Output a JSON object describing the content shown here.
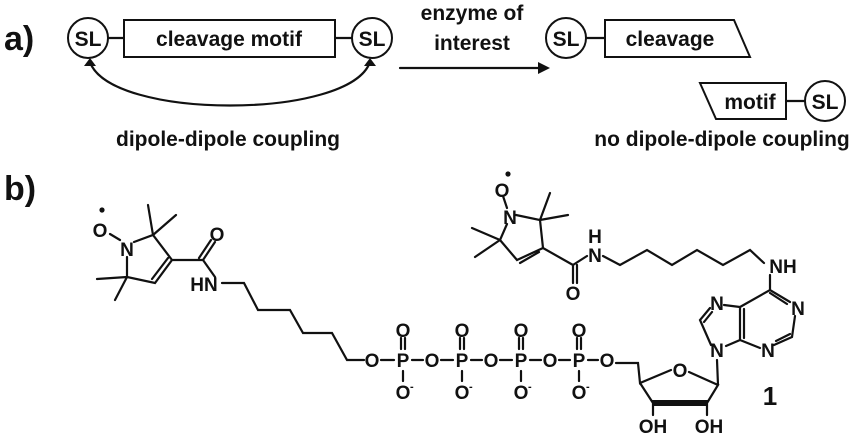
{
  "panel_a": {
    "label": "a)",
    "spin_label": "SL",
    "construct_text": "cleavage motif",
    "arrow_text_line1": "enzyme of",
    "arrow_text_line2": "interest",
    "fragment1": "cleavage",
    "fragment2": "motif",
    "left_caption": "dipole-dipole coupling",
    "right_caption": "no dipole-dipole coupling"
  },
  "panel_b": {
    "label": "b)",
    "compound_number": "1",
    "atoms": {
      "O": "O",
      "N": "N",
      "HN": "HN",
      "H": "H",
      "NH": "NH",
      "P": "P",
      "OH": "OH",
      "minus": "-"
    }
  }
}
